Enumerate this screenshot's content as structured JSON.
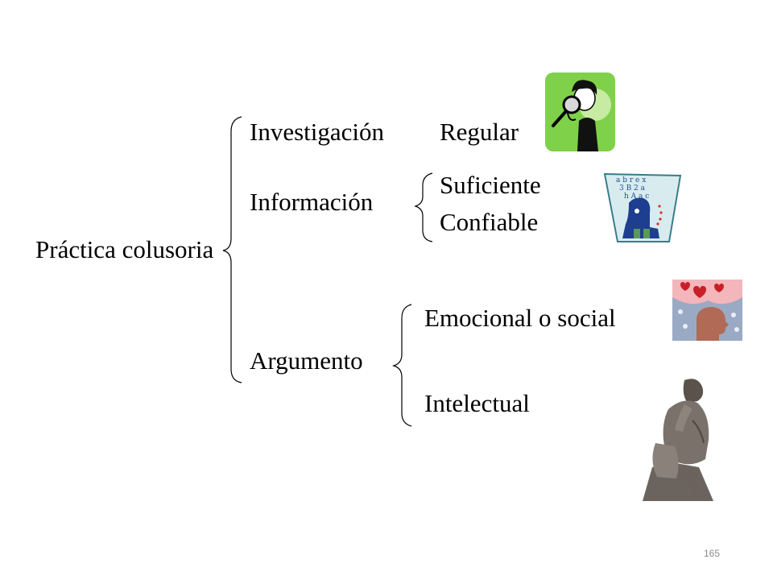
{
  "diagram": {
    "root": "Práctica colusoria",
    "branches": [
      {
        "label": "Investigación",
        "children": [
          "Regular"
        ]
      },
      {
        "label": "Información",
        "children": [
          "Suficiente",
          "Confiable"
        ]
      },
      {
        "label": "Argumento",
        "children": [
          "Emocional o social",
          "Intelectual"
        ]
      }
    ]
  },
  "clipart": {
    "investigacion": "magnifying-glass-person-icon",
    "informacion": "alphabet-head-icon",
    "emocional": "hearts-head-icon",
    "intelectual": "thinker-statue-icon"
  },
  "page_number": "165"
}
